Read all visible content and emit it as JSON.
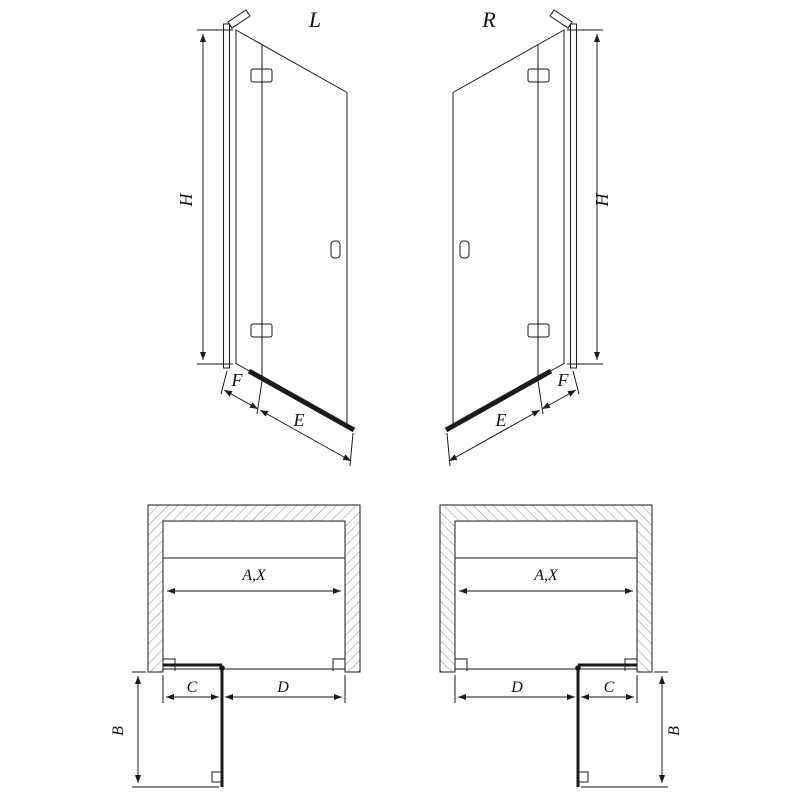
{
  "colors": {
    "line": "#1a1a1a",
    "hatch": "#9a9a9a",
    "background": "#ffffff"
  },
  "elevations": {
    "left": {
      "label": "L",
      "dims": {
        "height": "H",
        "fixed_panel": "F",
        "door": "E"
      }
    },
    "right": {
      "label": "R",
      "dims": {
        "height": "H",
        "fixed_panel": "F",
        "door": "E"
      }
    }
  },
  "plans": {
    "left": {
      "dims": {
        "opening_width": "A,X",
        "fixed_panel": "C",
        "door": "D",
        "projection": "B"
      }
    },
    "right": {
      "dims": {
        "opening_width": "A,X",
        "fixed_panel": "C",
        "door": "D",
        "projection": "B"
      }
    }
  }
}
